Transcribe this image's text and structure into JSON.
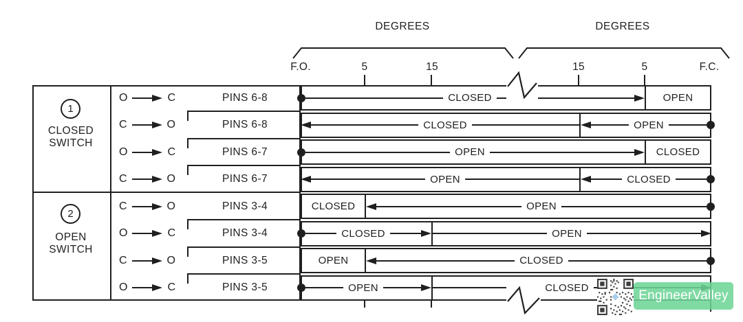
{
  "header": {
    "left_degrees": "DEGREES",
    "right_degrees": "DEGREES",
    "left_scale": [
      "F.O.",
      "5",
      "15"
    ],
    "right_scale": [
      "15",
      "5",
      "F.C."
    ]
  },
  "groups": [
    {
      "number": "1",
      "line1": "CLOSED",
      "line2": "SWITCH"
    },
    {
      "number": "2",
      "line1": "OPEN",
      "line2": "SWITCH"
    }
  ],
  "rows": [
    {
      "from": "O",
      "to": "C",
      "pins": "PINS 6-8",
      "seg1": "CLOSED",
      "seg2": "OPEN",
      "layout": "dot-arrow-box",
      "divider": "right-5"
    },
    {
      "from": "C",
      "to": "O",
      "pins": "PINS 6-8",
      "seg1": "CLOSED",
      "seg2": "OPEN",
      "layout": "arrow-left-dot",
      "divider": "right-15"
    },
    {
      "from": "O",
      "to": "C",
      "pins": "PINS 6-7",
      "seg1": "OPEN",
      "seg2": "CLOSED",
      "layout": "dot-arrow-box",
      "divider": "right-5"
    },
    {
      "from": "C",
      "to": "O",
      "pins": "PINS 6-7",
      "seg1": "OPEN",
      "seg2": "CLOSED",
      "layout": "arrow-left-dot",
      "divider": "right-15"
    },
    {
      "from": "C",
      "to": "O",
      "pins": "PINS 3-4",
      "seg1": "CLOSED",
      "seg2": "OPEN",
      "layout": "box-arrow-left-dot",
      "divider": "left-5"
    },
    {
      "from": "O",
      "to": "C",
      "pins": "PINS 3-4",
      "seg1": "CLOSED",
      "seg2": "OPEN",
      "layout": "dot-arrow-arrow",
      "divider": "left-15"
    },
    {
      "from": "C",
      "to": "O",
      "pins": "PINS 3-5",
      "seg1": "OPEN",
      "seg2": "CLOSED",
      "layout": "box-arrow-left-dot",
      "divider": "left-5"
    },
    {
      "from": "O",
      "to": "C",
      "pins": "PINS 3-5",
      "seg1": "OPEN",
      "seg2": "CLOSED",
      "layout": "dot-arrow-arrow",
      "divider": "left-15"
    }
  ],
  "watermark": {
    "text": "EngineerValley",
    "background": "#6ed696",
    "icon": "qr-code-icon"
  },
  "colors": {
    "line": "#1f1f1f",
    "text": "#1f1f1f",
    "watermark_green": "#6ed696"
  }
}
